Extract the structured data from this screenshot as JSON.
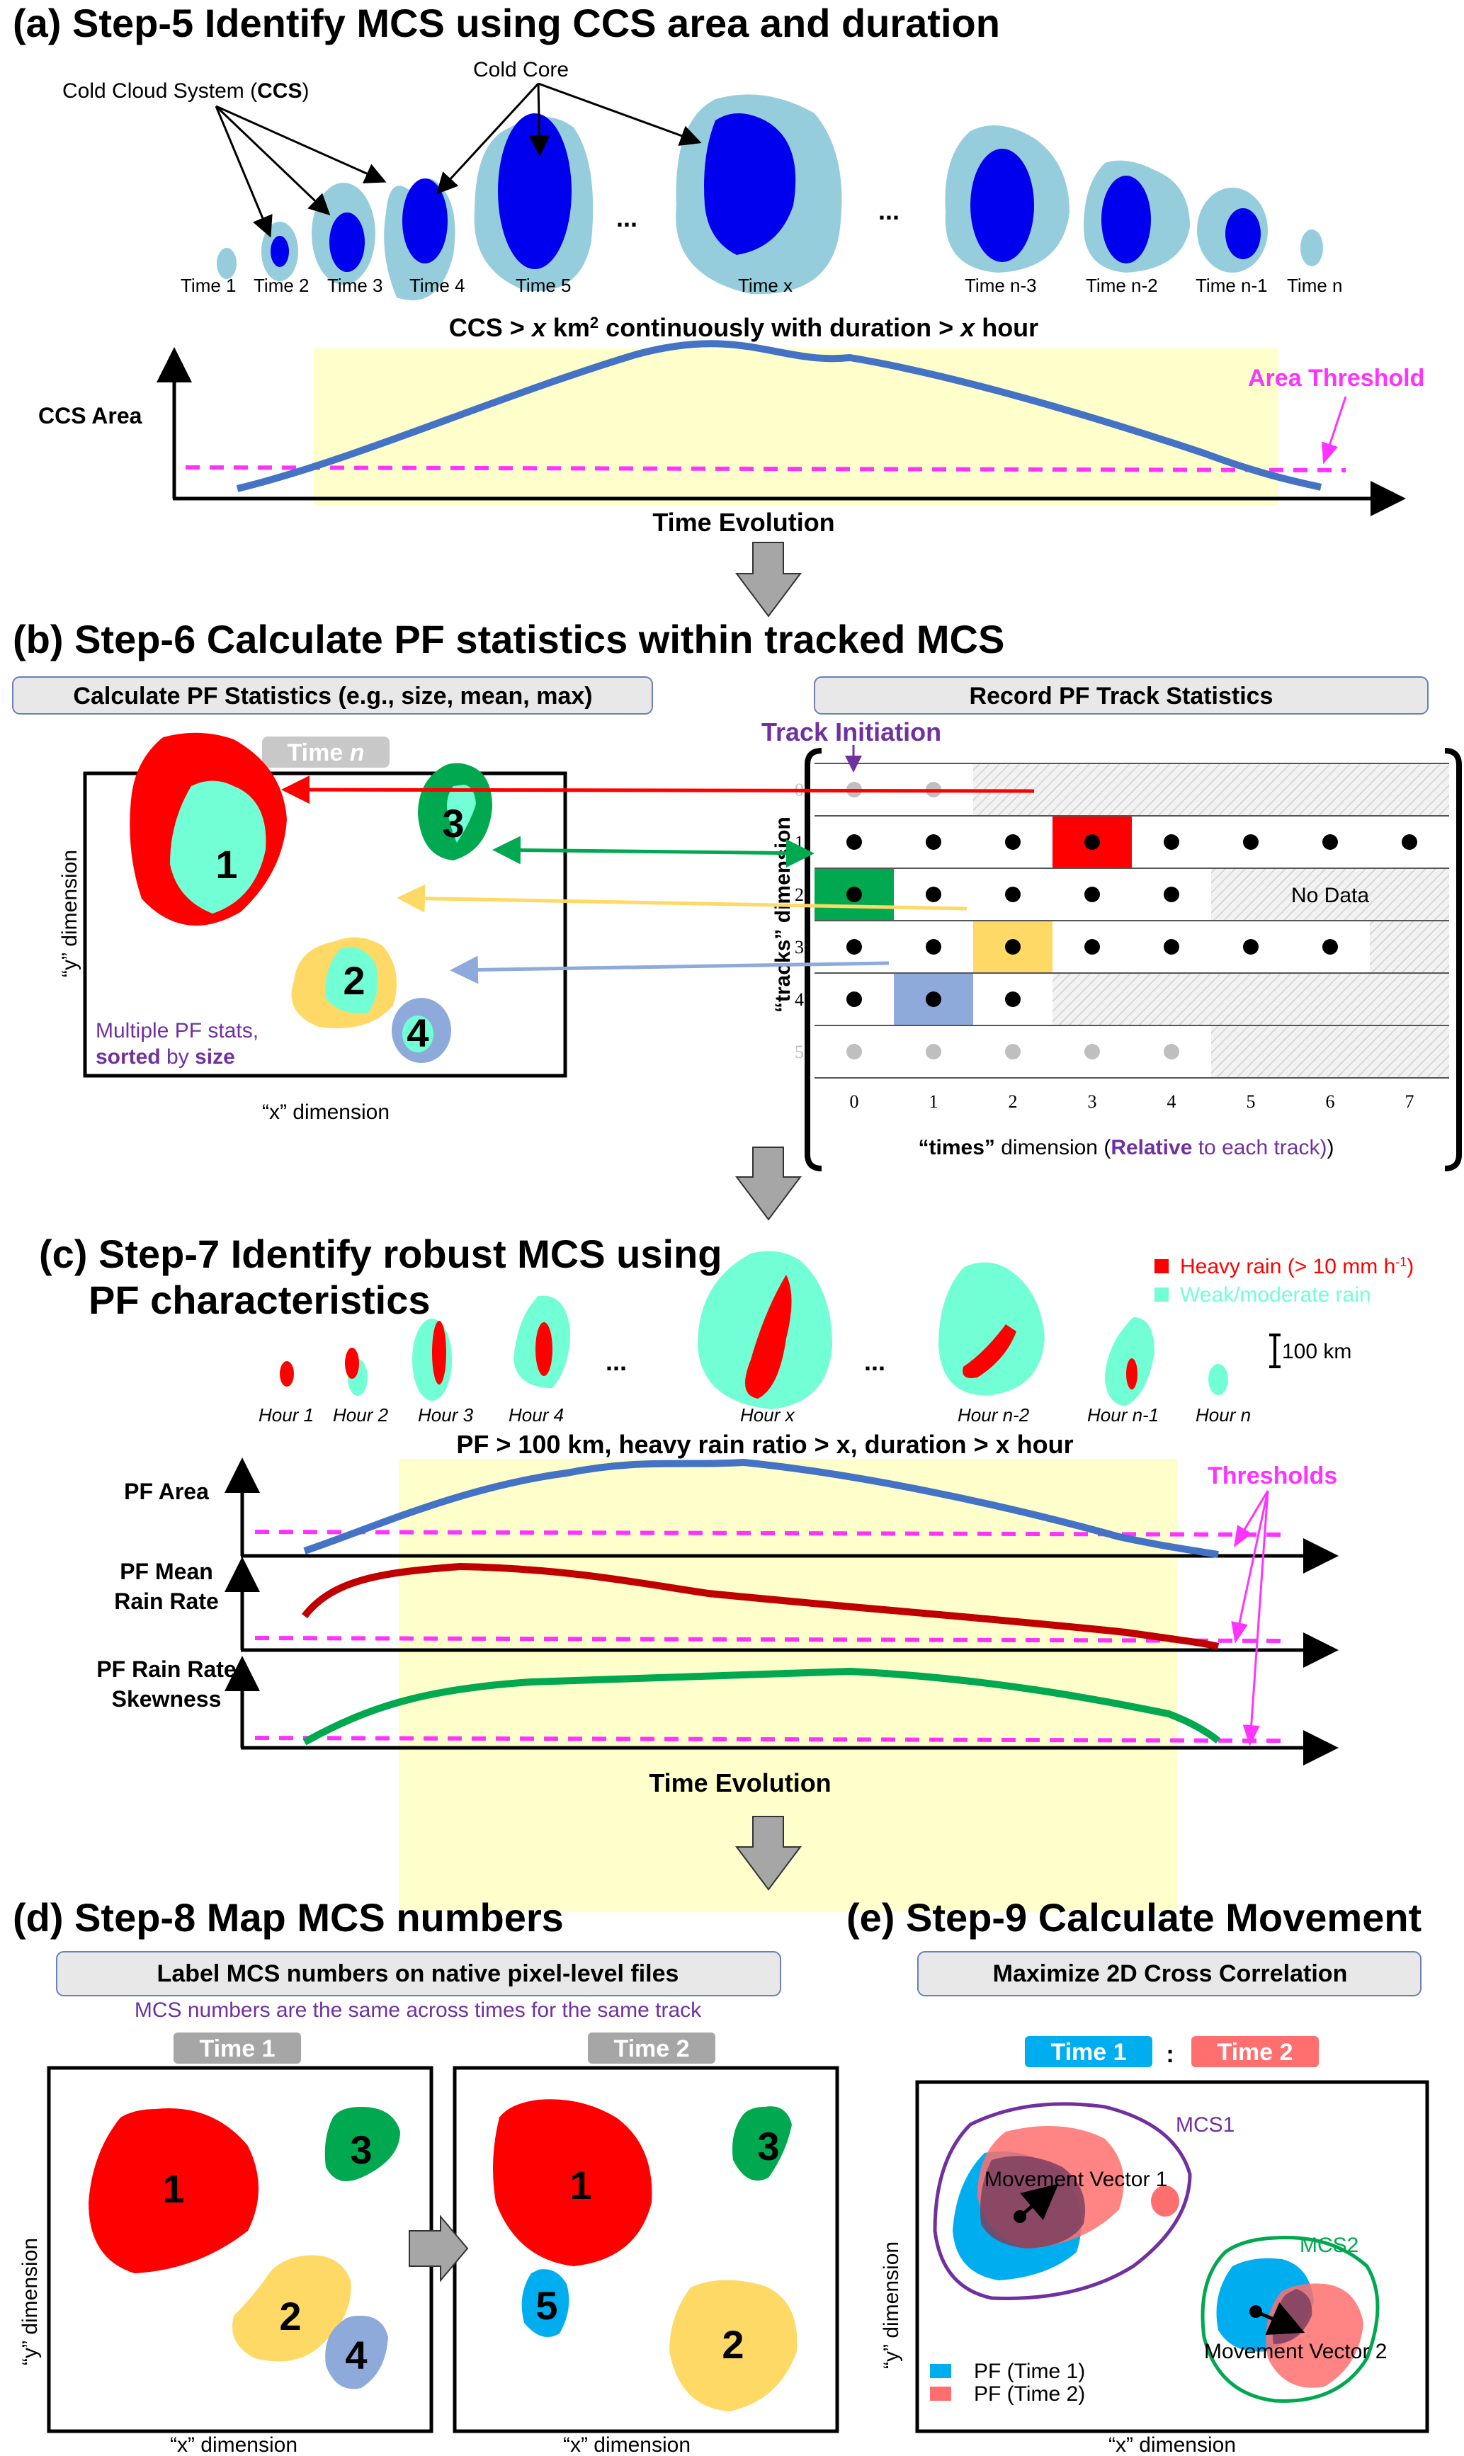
{
  "panel_a": {
    "title": "(a) Step-5 Identify MCS using CCS area and duration",
    "ccs_label_prefix": "Cold Cloud System (",
    "ccs_label_bold": "CCS",
    "ccs_label_suffix": ")",
    "cold_core_label": "Cold Core",
    "ellipsis": "...",
    "time_labels": [
      "Time 1",
      "Time 2",
      "Time 3",
      "Time 4",
      "Time 5",
      "Time x",
      "Time n-3",
      "Time n-2",
      "Time n-1",
      "Time n"
    ],
    "criterion_prefix": "CCS > ",
    "criterion_x1": "x",
    "criterion_mid": " km",
    "criterion_sup": "2",
    "criterion_mid2": " continuously with duration > ",
    "criterion_x2": "x",
    "criterion_suffix": " hour",
    "y_axis_label": "CCS Area",
    "x_axis_label": "Time Evolution",
    "threshold_label": "Area Threshold"
  },
  "panel_b": {
    "title": "(b) Step-6 Calculate PF statistics within tracked MCS",
    "left_box_label": "Calculate PF Statistics (e.g., size, mean, max)",
    "right_box_label": "Record PF Track Statistics",
    "time_pill_prefix": "Time ",
    "time_pill_var": "n",
    "pf_numbers": [
      "1",
      "2",
      "3",
      "4"
    ],
    "note_line1": "Multiple PF stats,",
    "note_line2_a": "sorted",
    "note_line2_b": " by ",
    "note_line2_c": "size",
    "y_dim_label": "“y” dimension",
    "x_dim_label": "“x” dimension",
    "track_initiation": "Track Initiation",
    "tracks_dim_label": "“tracks” dimension",
    "times_dim_prefix": "“times”",
    "times_dim_mid": " dimension (",
    "times_dim_bold": "Relative",
    "times_dim_suffix": " to each track)",
    "no_data": "No Data",
    "row_labels": [
      "0",
      "1",
      "2",
      "3",
      "4",
      "5"
    ],
    "col_labels": [
      "0",
      "1",
      "2",
      "3",
      "4",
      "5",
      "6",
      "7"
    ]
  },
  "panel_c": {
    "title_line1": "(c) Step-7 Identify robust MCS using",
    "title_line2": "PF characteristics",
    "legend_heavy": "Heavy rain (> 10 mm h",
    "legend_heavy_sup": "-1",
    "legend_heavy_close": ")",
    "legend_weak": "Weak/moderate rain",
    "scale_label": "100 km",
    "ellipsis": "...",
    "hour_labels": [
      "Hour 1",
      "Hour 2",
      "Hour 3",
      "Hour 4",
      "Hour x",
      "Hour n-2",
      "Hour n-1",
      "Hour n"
    ],
    "criterion": "PF > 100 km, heavy rain ratio > x, duration > x hour",
    "axis_labels": [
      "PF Area",
      "PF Mean|Rain Rate",
      "PF Rain Rate|Skewness"
    ],
    "x_axis_label": "Time Evolution",
    "threshold_label": "Thresholds"
  },
  "panel_d": {
    "title": "(d) Step-8 Map MCS numbers",
    "box_label": "Label MCS numbers on native pixel-level files",
    "note": "MCS numbers are the same across times for the same track",
    "time1": "Time 1",
    "time2": "Time 2",
    "time1_numbers": [
      "1",
      "2",
      "3",
      "4"
    ],
    "time2_numbers": [
      "1",
      "2",
      "3",
      "5"
    ],
    "y_dim_label": "“y” dimension",
    "x_dim_label": "“x” dimension"
  },
  "panel_e": {
    "title": "(e) Step-9 Calculate Movement",
    "box_label": "Maximize 2D Cross Correlation",
    "time1": "Time 1",
    "colon": ":",
    "time2": "Time 2",
    "mcs1": "MCS1",
    "mcs2": "MCS2",
    "vector1": "Movement Vector 1",
    "vector2": "Movement Vector 2",
    "legend1": "PF (Time 1)",
    "legend2": "PF (Time 2)",
    "y_dim_label": "“y” dimension",
    "x_dim_label": "“x” dimension"
  },
  "colors": {
    "ccs": "#96cddd",
    "core": "#0000ee",
    "heavy": "#ff0000",
    "weak": "#72ffd6",
    "threshold": "#ff33ff",
    "window": "#ffffcc",
    "green": "#00a84f",
    "yellow": "#ffd966",
    "blue_pf": "#8eaadb",
    "cyan": "#00aeef",
    "salmon": "#ff6f6f",
    "purple": "#7030a0",
    "gray": "#a6a6a6"
  }
}
